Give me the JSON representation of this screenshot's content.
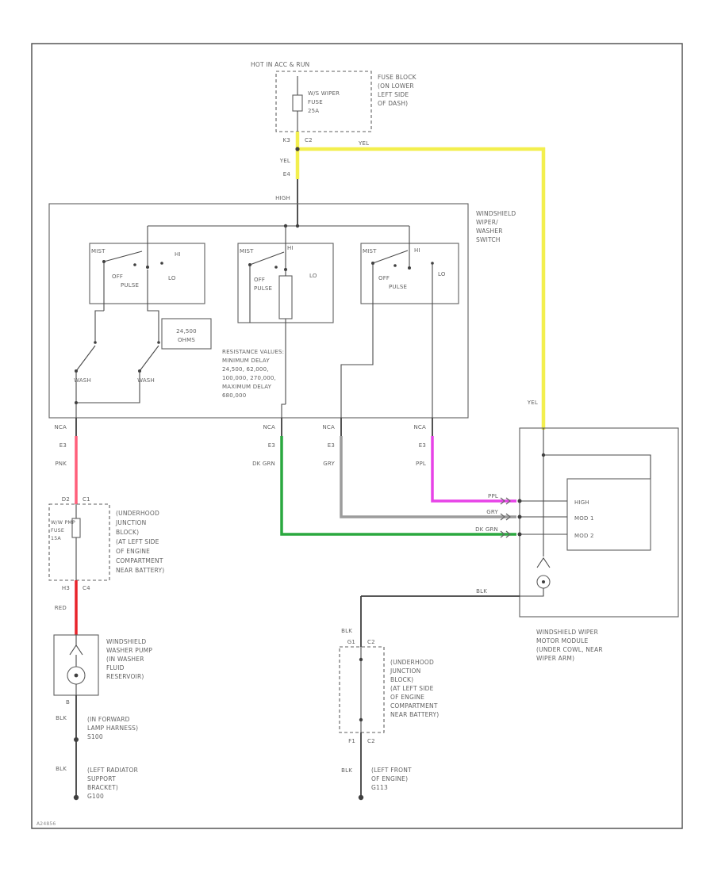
{
  "colors": {
    "yellow": "#f3ef4e",
    "pink": "#ff5f7a",
    "red": "#e8232a",
    "green": "#2aa83f",
    "purple": "#e743e7",
    "gray": "#9c9c9c"
  },
  "top": {
    "hot": "HOT IN ACC & RUN",
    "fuse_name": "W/S WIPER",
    "fuse_word": "FUSE",
    "fuse_amps": "25A",
    "block_label": [
      "FUSE BLOCK",
      "(ON LOWER",
      "LEFT SIDE",
      "OF DASH)"
    ],
    "term_k3": "K3",
    "term_c2": "C2",
    "term_e4": "E4",
    "wire_yel": "YEL",
    "feed_label": "HIGH"
  },
  "wiper_switch": {
    "label": [
      "WINDSHIELD",
      "WIPER/",
      "WASHER",
      "SWITCH"
    ],
    "pos_mist": "MIST",
    "pos_off": "OFF",
    "pos_pulse": "PULSE",
    "pos_lo": "LO",
    "pos_hi": "HI",
    "pos_wash": "WASH",
    "resistor": [
      "24,500",
      "OHMS"
    ],
    "resistance_note": [
      "RESISTANCE VALUES:",
      "MINIMUM DELAY",
      "24,500, 62,000,",
      "100,000, 270,000,",
      "MAXIMUM DELAY",
      "680,000"
    ]
  },
  "outputs": {
    "term_nca": "NCA",
    "term_e3": "E3",
    "wire_pnk": "PNK",
    "wire_dkgrn": "DK GRN",
    "wire_gry": "GRY",
    "wire_ppl": "PPL",
    "wire_blk": "BLK",
    "wire_red": "RED"
  },
  "washer_circuit": {
    "jb_term_in_l": "D2",
    "jb_term_in_r": "C1",
    "fuse_label": [
      "W/W PMP",
      "FUSE",
      "15A"
    ],
    "jb_label": [
      "(UNDERHOOD",
      "JUNCTION",
      "BLOCK)",
      "(AT LEFT SIDE",
      "OF ENGINE",
      "COMPARTMENT",
      "NEAR BATTERY)"
    ],
    "jb_term_out_l": "H3",
    "jb_term_out_r": "C4",
    "pump_label": [
      "WINDSHIELD",
      "WASHER PUMP",
      "(IN WASHER",
      "FLUID",
      "RESERVOIR)"
    ],
    "pump_term": "B",
    "splice_label": [
      "(IN FORWARD",
      "LAMP HARNESS)",
      "S100"
    ],
    "ground_label": [
      "(LEFT RADIATOR",
      "SUPPORT",
      "BRACKET)",
      "G100"
    ]
  },
  "wiper_motor": {
    "pin_high": "HIGH",
    "pin_mod1": "MOD 1",
    "pin_mod2": "MOD 2",
    "label": [
      "WINDSHIELD WIPER",
      "MOTOR MODULE",
      "(UNDER COWL, NEAR",
      "WIPER ARM)"
    ]
  },
  "motor_ground": {
    "jb_term_in_l": "G1",
    "jb_term_in_r": "C2",
    "jb_label": [
      "(UNDERHOOD",
      "JUNCTION",
      "BLOCK)",
      "(AT LEFT SIDE",
      "OF ENGINE",
      "COMPARTMENT",
      "NEAR BATTERY)"
    ],
    "jb_term_out_l": "F1",
    "jb_term_out_r": "C2",
    "ground_label": [
      "(LEFT FRONT",
      "OF ENGINE)",
      "G113"
    ]
  },
  "footer": {
    "doc_code": "A24856"
  }
}
